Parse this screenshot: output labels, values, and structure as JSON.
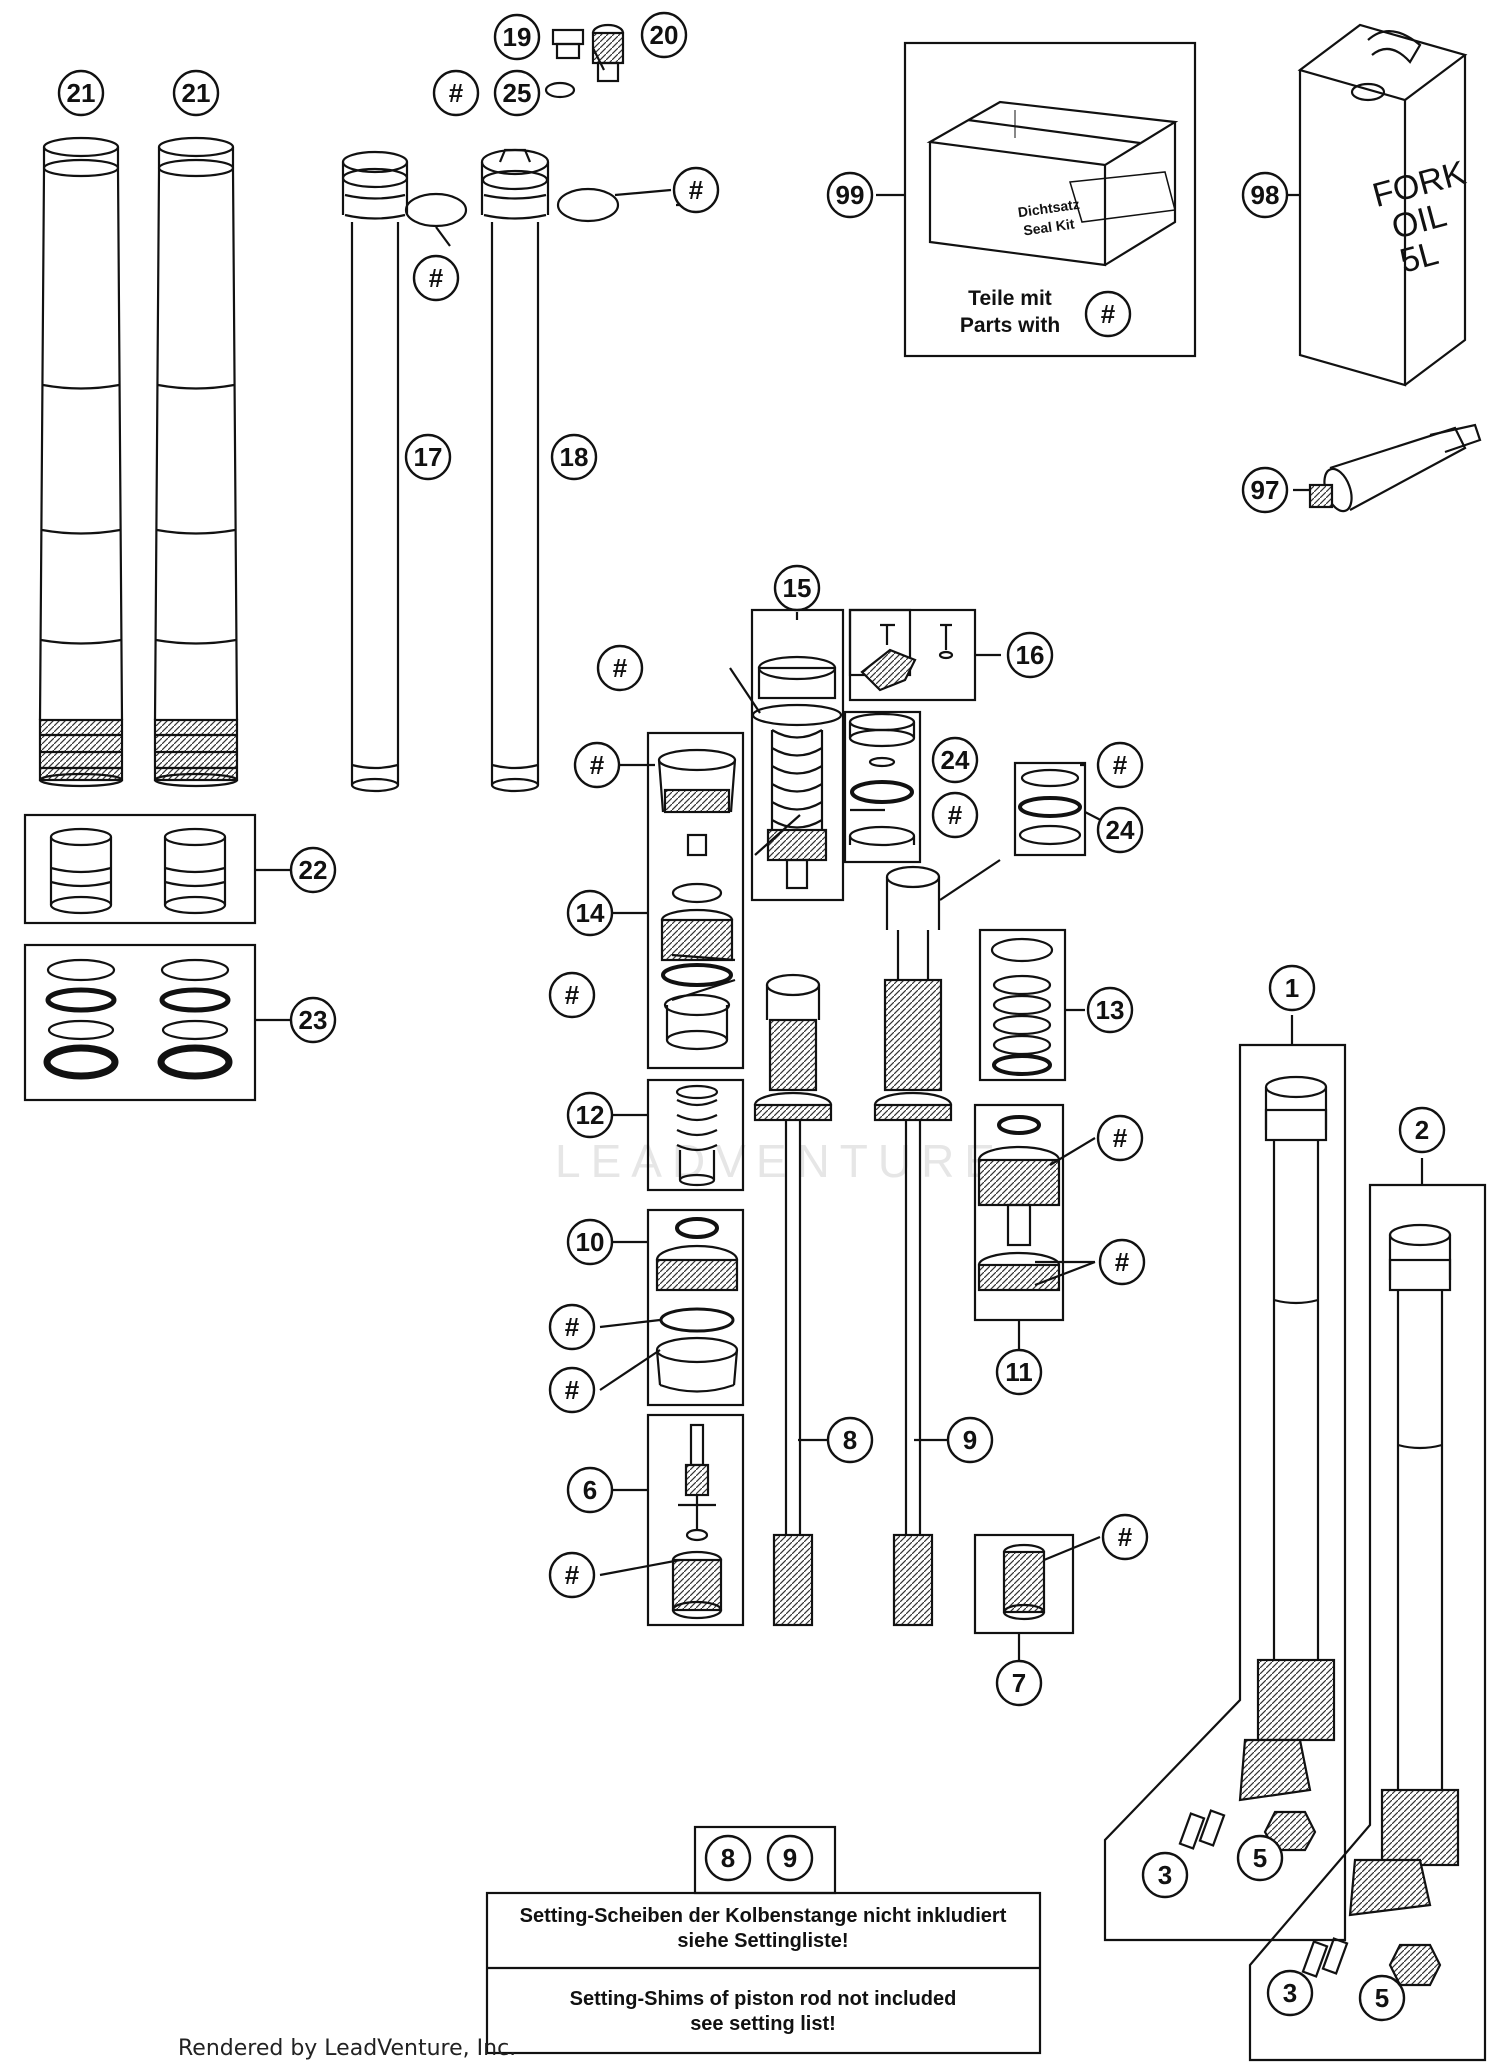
{
  "callouts": [
    {
      "id": "c-21a",
      "text": "21"
    },
    {
      "id": "c-21b",
      "text": "21"
    },
    {
      "id": "c-19",
      "text": "19"
    },
    {
      "id": "c-20",
      "text": "20"
    },
    {
      "id": "c-25h",
      "text": "#"
    },
    {
      "id": "c-25",
      "text": "25"
    },
    {
      "id": "c-17h",
      "text": "#"
    },
    {
      "id": "c-18h",
      "text": "#"
    },
    {
      "id": "c-17",
      "text": "17"
    },
    {
      "id": "c-18",
      "text": "18"
    },
    {
      "id": "c-99",
      "text": "99"
    },
    {
      "id": "c-99h",
      "text": "#"
    },
    {
      "id": "c-98",
      "text": "98"
    },
    {
      "id": "c-97",
      "text": "97"
    },
    {
      "id": "c-22",
      "text": "22"
    },
    {
      "id": "c-23",
      "text": "23"
    },
    {
      "id": "c-15",
      "text": "15"
    },
    {
      "id": "c-15h",
      "text": "#"
    },
    {
      "id": "c-16",
      "text": "16"
    },
    {
      "id": "c-14h1",
      "text": "#"
    },
    {
      "id": "c-14",
      "text": "14"
    },
    {
      "id": "c-14h2",
      "text": "#"
    },
    {
      "id": "c-24a",
      "text": "24"
    },
    {
      "id": "c-24ah",
      "text": "#"
    },
    {
      "id": "c-24bh",
      "text": "#"
    },
    {
      "id": "c-24b",
      "text": "24"
    },
    {
      "id": "c-13",
      "text": "13"
    },
    {
      "id": "c-12",
      "text": "12"
    },
    {
      "id": "c-10",
      "text": "10"
    },
    {
      "id": "c-10h1",
      "text": "#"
    },
    {
      "id": "c-10h2",
      "text": "#"
    },
    {
      "id": "c-11h1",
      "text": "#"
    },
    {
      "id": "c-11h2",
      "text": "#"
    },
    {
      "id": "c-11",
      "text": "11"
    },
    {
      "id": "c-6",
      "text": "6"
    },
    {
      "id": "c-6h",
      "text": "#"
    },
    {
      "id": "c-8",
      "text": "8"
    },
    {
      "id": "c-9",
      "text": "9"
    },
    {
      "id": "c-7h",
      "text": "#"
    },
    {
      "id": "c-7",
      "text": "7"
    },
    {
      "id": "c-1",
      "text": "1"
    },
    {
      "id": "c-2",
      "text": "2"
    },
    {
      "id": "c-3a",
      "text": "3"
    },
    {
      "id": "c-5a",
      "text": "5"
    },
    {
      "id": "c-3b",
      "text": "3"
    },
    {
      "id": "c-5b",
      "text": "5"
    },
    {
      "id": "c-n8",
      "text": "8"
    },
    {
      "id": "c-n9",
      "text": "9"
    }
  ],
  "seal_kit": {
    "box_line1": "Dichtsatz",
    "box_line2": "Seal Kit",
    "caption_line1": "Teile mit",
    "caption_line2": "Parts with"
  },
  "oil_can": {
    "line1": "FORK",
    "line2": "OIL",
    "line3": "5L"
  },
  "note": {
    "de_line1": "Setting-Scheiben der Kolbenstange nicht inkludiert",
    "de_line2": "siehe Settingliste!",
    "en_line1": "Setting-Shims of piston rod not included",
    "en_line2": "see setting list!"
  },
  "watermark": "LEADVENTURE",
  "footer": "Rendered by LeadVenture, Inc."
}
